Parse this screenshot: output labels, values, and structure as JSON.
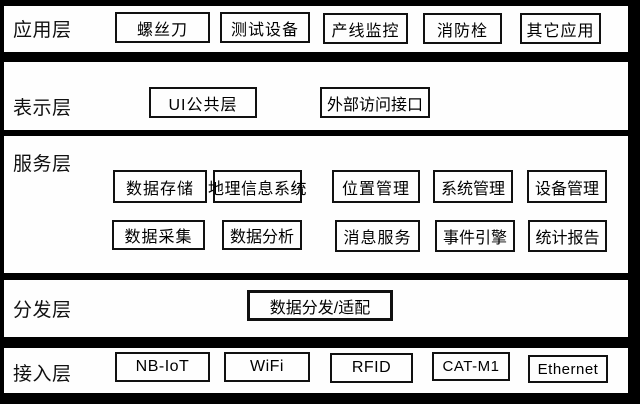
{
  "diagram": {
    "title": "IoT platform layered architecture",
    "colors": {
      "background": "#000000",
      "band_fill": "#fefefe",
      "box_border": "#111111",
      "text": "#111111"
    },
    "layers": [
      {
        "label": "应用层",
        "boxes": [
          {
            "label": "螺丝刀"
          },
          {
            "label": "测试设备"
          },
          {
            "label": "产线监控"
          },
          {
            "label": "消防栓"
          },
          {
            "label": "其它应用"
          }
        ]
      },
      {
        "label": "表示层",
        "boxes": [
          {
            "label": "UI公共层"
          },
          {
            "label": "外部访问接口"
          }
        ]
      },
      {
        "label": "服务层",
        "boxes": [
          {
            "label": "数据存储"
          },
          {
            "label": "地理信息系统"
          },
          {
            "label": "位置管理"
          },
          {
            "label": "系统管理"
          },
          {
            "label": "设备管理"
          },
          {
            "label": "数据采集"
          },
          {
            "label": "数据分析"
          },
          {
            "label": "消息服务"
          },
          {
            "label": "事件引擎"
          },
          {
            "label": "统计报告"
          }
        ]
      },
      {
        "label": "分发层",
        "boxes": [
          {
            "label": "数据分发/适配"
          }
        ]
      },
      {
        "label": "接入层",
        "boxes": [
          {
            "label": "NB-IoT"
          },
          {
            "label": "WiFi"
          },
          {
            "label": "RFID"
          },
          {
            "label": "CAT-M1"
          },
          {
            "label": "Ethernet"
          }
        ]
      }
    ]
  }
}
